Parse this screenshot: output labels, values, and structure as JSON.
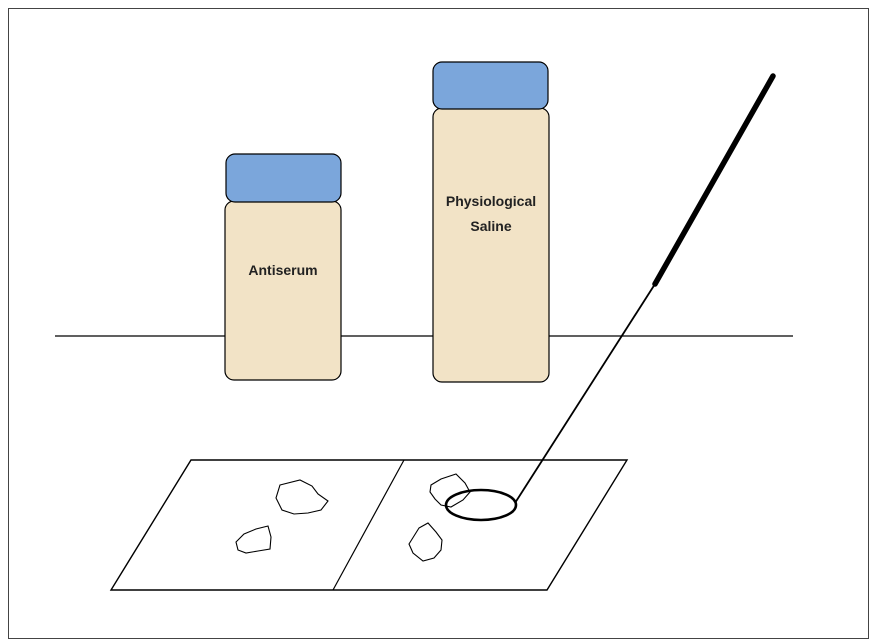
{
  "bottles": [
    {
      "label_lines": [
        "Antiserum"
      ]
    },
    {
      "label_lines": [
        "Physiological",
        "Saline"
      ]
    }
  ],
  "colors": {
    "cap": "#7ba6db",
    "bottle_body": "#f2e3c6",
    "stroke": "#000000",
    "frame": "#444444"
  }
}
